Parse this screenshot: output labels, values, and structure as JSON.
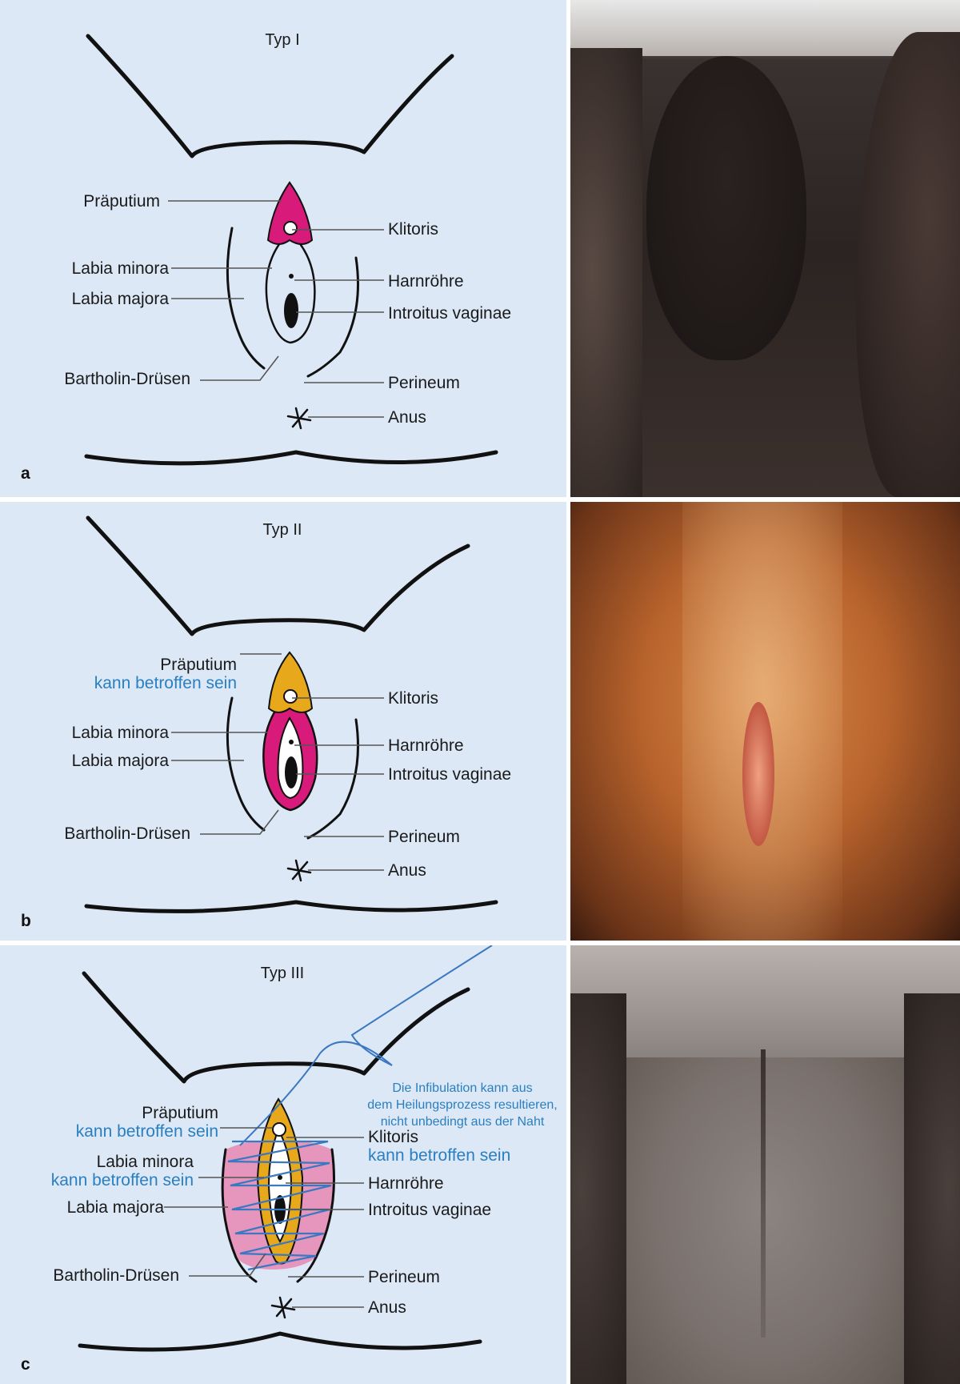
{
  "panels": [
    {
      "letter": "a",
      "title": "Typ I",
      "labels": {
        "praeputium": "Präputium",
        "labia_minora": "Labia minora",
        "labia_majora": "Labia majora",
        "bartholin": "Bartholin-Drüsen",
        "klitoris": "Klitoris",
        "harnroehre": "Harnröhre",
        "introitus": "Introitus vaginae",
        "perineum": "Perineum",
        "anus": "Anus"
      },
      "highlight_color": "#d81b7a"
    },
    {
      "letter": "b",
      "title": "Typ II",
      "labels": {
        "praeputium": "Präputium",
        "praeputium_note": "kann betroffen sein",
        "labia_minora": "Labia minora",
        "labia_majora": "Labia majora",
        "bartholin": "Bartholin-Drüsen",
        "klitoris": "Klitoris",
        "harnroehre": "Harnröhre",
        "introitus": "Introitus vaginae",
        "perineum": "Perineum",
        "anus": "Anus"
      },
      "highlight_color": "#d81b7a",
      "optional_color": "#e8a81c"
    },
    {
      "letter": "c",
      "title": "Typ III",
      "labels": {
        "praeputium": "Präputium",
        "praeputium_note": "kann betroffen sein",
        "labia_minora": "Labia minora",
        "labia_minora_note": "kann betroffen sein",
        "labia_majora": "Labia majora",
        "bartholin": "Bartholin-Drüsen",
        "klitoris": "Klitoris",
        "klitoris_note": "kann betroffen sein",
        "harnroehre": "Harnröhre",
        "introitus": "Introitus vaginae",
        "perineum": "Perineum",
        "anus": "Anus"
      },
      "infibulation_note": [
        "Die Infibulation kann aus",
        "dem Heilungsprozess resultieren,",
        "nicht unbedingt aus der Naht"
      ],
      "highlight_color": "#e87aa8",
      "optional_color": "#e8a81c",
      "suture_color": "#3a78c2"
    }
  ],
  "colors": {
    "panel_background": "#dde8f6",
    "label_text": "#1a1a1a",
    "note_text": "#2a7fc0"
  },
  "photos": [
    {
      "tone": "dark-skin"
    },
    {
      "tone": "wounded"
    },
    {
      "tone": "healed-infibulation"
    }
  ]
}
